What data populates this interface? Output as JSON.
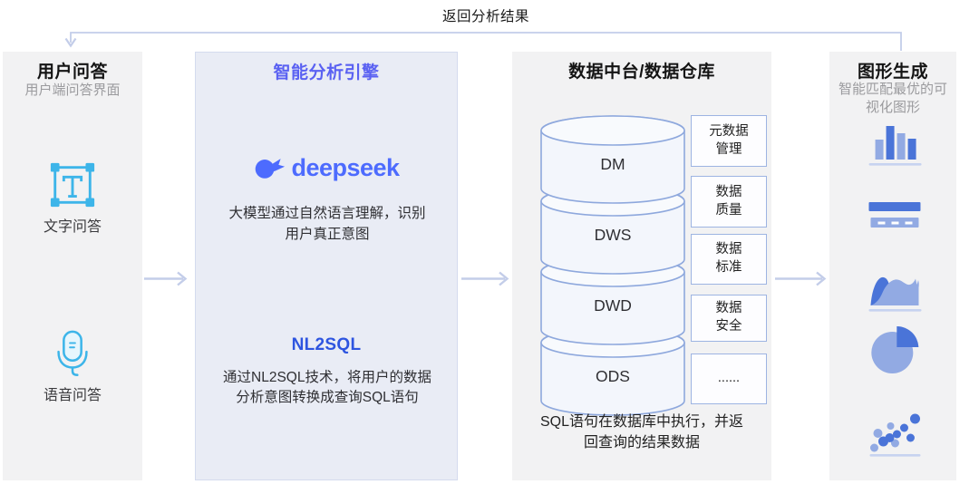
{
  "feedback": {
    "label": "返回分析结果"
  },
  "panels": {
    "user": {
      "title": "用户问答",
      "subtitle": "用户端问答界面",
      "items": [
        {
          "icon": "text-qa-icon",
          "label": "文字问答"
        },
        {
          "icon": "voice-qa-icon",
          "label": "语音问答"
        }
      ]
    },
    "engine": {
      "title": "智能分析引擎",
      "logo": {
        "icon": "deepseek-whale-icon",
        "wordmark": "deepseek"
      },
      "nlu_desc": "大模型通过自然语言理解，识别\n用户真正意图",
      "nl2sql": {
        "title": "NL2SQL",
        "desc": "通过NL2SQL技术，将用户的数据\n分析意图转换成查询SQL语句"
      }
    },
    "warehouse": {
      "title": "数据中台/数据仓库",
      "layers": [
        "DM",
        "DWS",
        "DWD",
        "ODS"
      ],
      "governance": [
        "元数据\n管理",
        "数据\n质量",
        "数据\n标准",
        "数据\n安全",
        "......"
      ],
      "desc": "SQL语句在数据库中执行，并返\n回查询的结果数据"
    },
    "charts": {
      "title": "图形生成",
      "subtitle": "智能匹配最优的可\n视化图形",
      "icons": [
        "bar-chart-icon",
        "stacked-bars-icon",
        "area-chart-icon",
        "pie-chart-icon",
        "scatter-plot-icon"
      ]
    }
  },
  "colors": {
    "deepseek_blue": "#4d6bfe",
    "engine_title_blue": "#5a61f2",
    "nl2sql_blue": "#2e55e0",
    "qa_icon_cyan": "#3db5e9",
    "chart_dark_blue": "#4a74d8",
    "chart_light_blue": "#92aae3",
    "flow_line": "#c3cde9",
    "panel_gray": "#f2f2f3",
    "engine_panel_bg": "#e9ecf5",
    "cylinder_stroke": "#8ea8dd",
    "cylinder_fill": "#f3f6fc"
  }
}
